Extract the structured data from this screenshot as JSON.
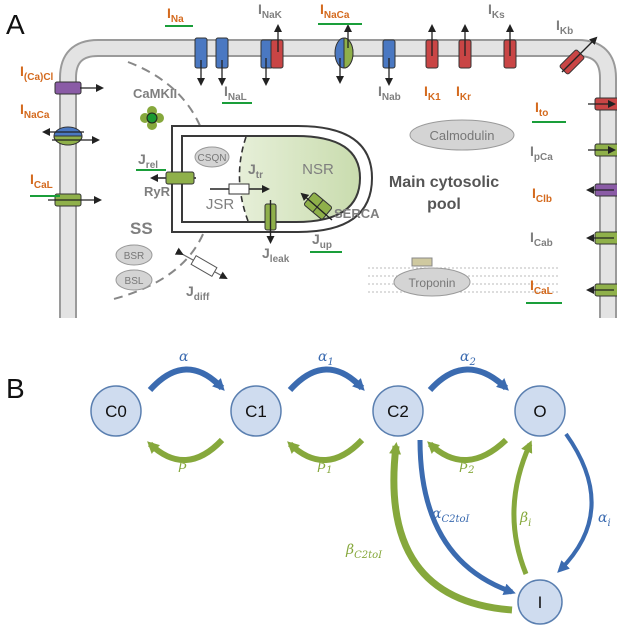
{
  "panel_a": {
    "letter": "A",
    "currents": {
      "i_na": {
        "main": "I",
        "sub": "Na"
      },
      "i_nak": {
        "main": "I",
        "sub": "NaK"
      },
      "i_naca_top": {
        "main": "I",
        "sub": "NaCa"
      },
      "i_ks": {
        "main": "I",
        "sub": "Ks"
      },
      "i_kb": {
        "main": "I",
        "sub": "Kb"
      },
      "i_nal": {
        "main": "I",
        "sub": "NaL"
      },
      "i_nab": {
        "main": "I",
        "sub": "Nab"
      },
      "i_k1": {
        "main": "I",
        "sub": "K1"
      },
      "i_kr": {
        "main": "I",
        "sub": "Kr"
      },
      "i_cacl": {
        "main": "I",
        "sub": "(Ca)Cl"
      },
      "i_naca_ss": {
        "main": "I",
        "sub": "NaCa"
      },
      "i_cal_ss": {
        "main": "I",
        "sub": "CaL"
      },
      "i_to": {
        "main": "I",
        "sub": "to"
      },
      "i_pca": {
        "main": "I",
        "sub": "pCa"
      },
      "i_clb": {
        "main": "I",
        "sub": "Clb"
      },
      "i_cab": {
        "main": "I",
        "sub": "Cab"
      },
      "i_cal": {
        "main": "I",
        "sub": "CaL"
      }
    },
    "fluxes": {
      "j_rel": {
        "main": "J",
        "sub": "rel"
      },
      "j_tr": {
        "main": "J",
        "sub": "tr"
      },
      "j_leak": {
        "main": "J",
        "sub": "leak"
      },
      "j_up": {
        "main": "J",
        "sub": "up"
      },
      "j_diff": {
        "main": "J",
        "sub": "diff"
      }
    },
    "labels": {
      "camkii": "CaMKII",
      "ryr": "RyR",
      "csqn": "CSQN",
      "jsr": "JSR",
      "nsr": "NSR",
      "serca": "SERCA",
      "ss": "SS",
      "bsr": "BSR",
      "bsl": "BSL",
      "calmodulin": "Calmodulin",
      "troponin": "Troponin",
      "cytosol_line1": "Main cytosolic",
      "cytosol_line2": "pool"
    },
    "colors": {
      "label_orange": "#d46a1e",
      "label_gray": "#7f7f7f",
      "underline_green": "#1a9e3a",
      "channel_blue": "#4a78c2",
      "channel_red": "#c94545",
      "channel_green": "#8fb04a",
      "channel_purple": "#8a5ba6",
      "membrane": "#e3e3e3"
    }
  },
  "panel_b": {
    "letter": "B",
    "states": [
      "C0",
      "C1",
      "C2",
      "O",
      "I"
    ],
    "rates": {
      "alpha": "α",
      "beta": "β",
      "alpha1": {
        "main": "α",
        "sub": "1"
      },
      "beta1": {
        "main": "β",
        "sub": "1"
      },
      "alpha2": {
        "main": "α",
        "sub": "2"
      },
      "beta2": {
        "main": "β",
        "sub": "2"
      },
      "alpha_c2toi": {
        "main": "α",
        "sub": "C2toI"
      },
      "beta_c2toi": {
        "main": "β",
        "sub": "C2toI"
      },
      "alpha_i": {
        "main": "α",
        "sub": "i"
      },
      "beta_i": {
        "main": "β",
        "sub": "i"
      }
    },
    "colors": {
      "state_fill": "#cfdcef",
      "state_stroke": "#5a7fb0",
      "forward_arrow": "#3b6bb0",
      "backward_arrow": "#86a83c"
    }
  }
}
